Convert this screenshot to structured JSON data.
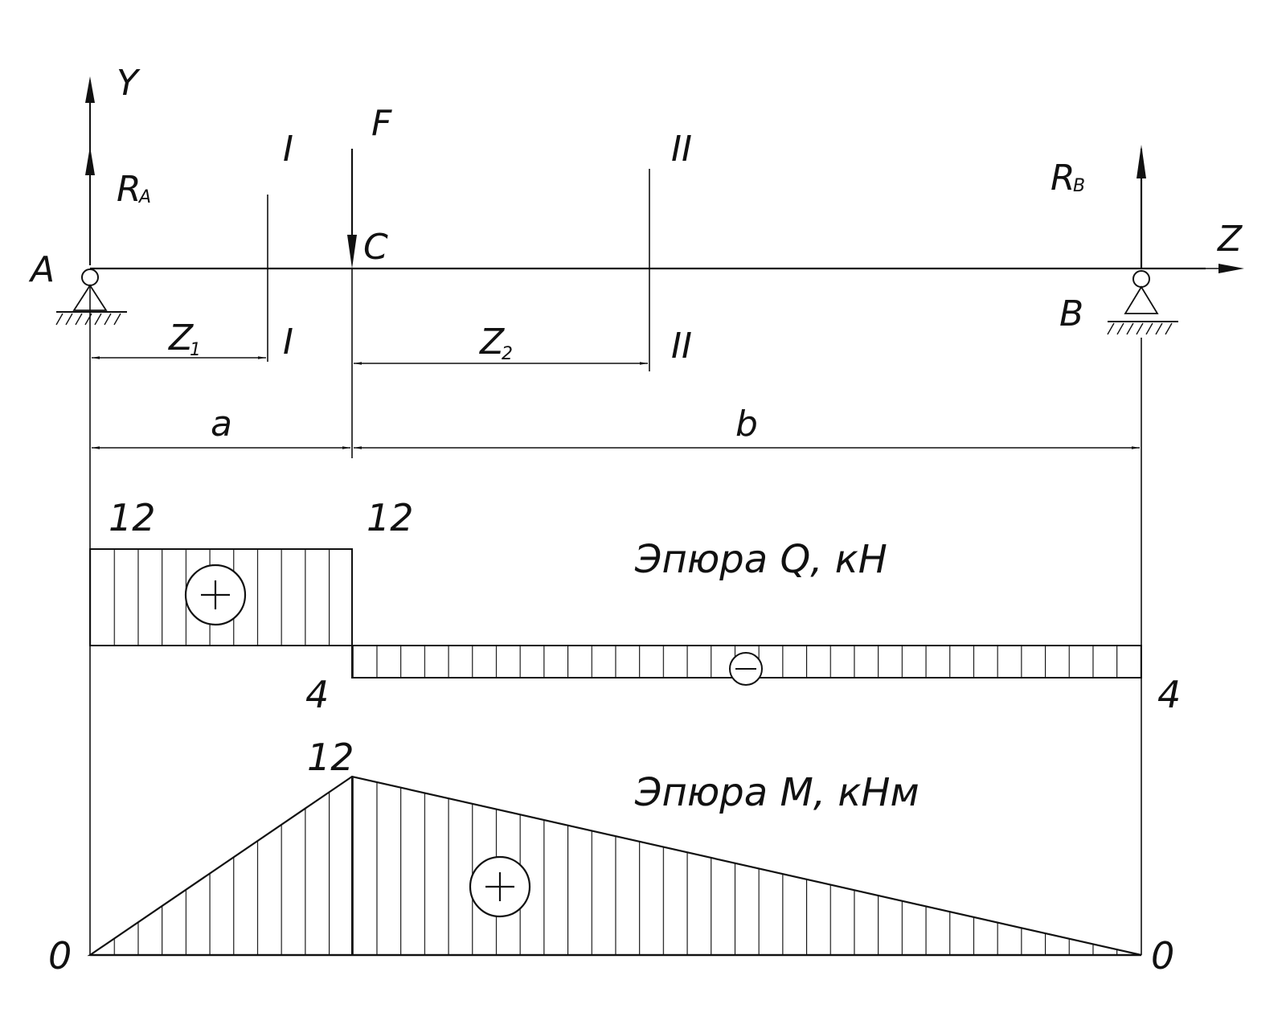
{
  "beam": {
    "axis_y": "Y",
    "axis_z": "Z",
    "support_a": "A",
    "support_b": "B",
    "point_c": "C",
    "force_f": "F",
    "reaction_a": {
      "main": "R",
      "sub": "A"
    },
    "reaction_b": {
      "main": "R",
      "sub": "B"
    },
    "section_1": "I",
    "section_2": "II",
    "coord_1": {
      "main": "Z",
      "sub": "1"
    },
    "coord_2": {
      "main": "Z",
      "sub": "2"
    },
    "span_a": "a",
    "span_b": "b"
  },
  "shear_diagram": {
    "title": "Эпюра Q, кН",
    "left_value": "12",
    "c_value_top": "12",
    "c_value_bottom": "4",
    "right_value": "4",
    "sign_left": "+",
    "sign_right": "−"
  },
  "moment_diagram": {
    "title": "Эпюра M, кНм",
    "peak_value": "12",
    "left_value": "0",
    "right_value": "0",
    "sign": "+"
  },
  "chart_data": [
    {
      "type": "area",
      "title": "Эпюра Q, кН",
      "x": [
        "A",
        "C",
        "C",
        "B"
      ],
      "values": [
        12,
        12,
        -4,
        -4
      ]
    },
    {
      "type": "area",
      "title": "Эпюра M, кНм",
      "x": [
        "A",
        "C",
        "B"
      ],
      "values": [
        0,
        12,
        0
      ]
    }
  ]
}
